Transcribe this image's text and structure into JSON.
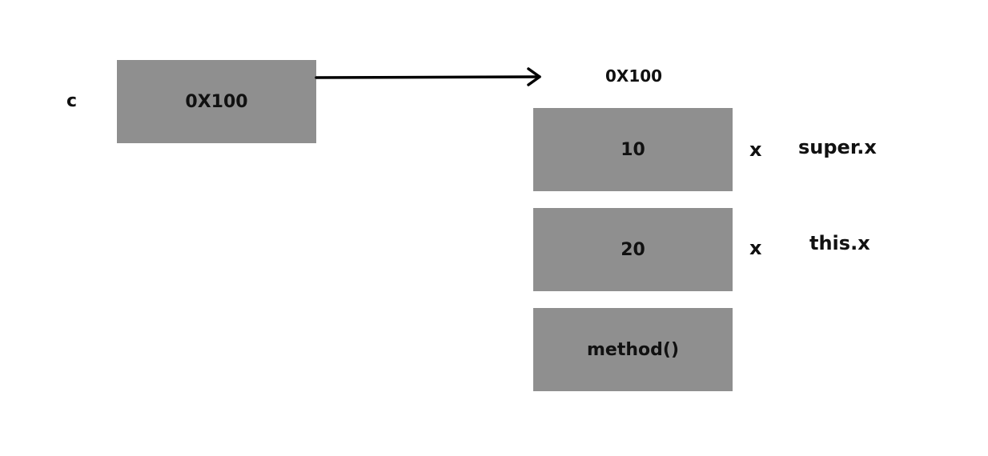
{
  "reference": {
    "variable_name": "c",
    "address": "0X100"
  },
  "object": {
    "address_label": "0X100",
    "fields": [
      {
        "value": "10",
        "field_name": "x",
        "access": "super.x"
      },
      {
        "value": "20",
        "field_name": "x",
        "access": "this.x"
      }
    ],
    "method_label": "method()"
  }
}
